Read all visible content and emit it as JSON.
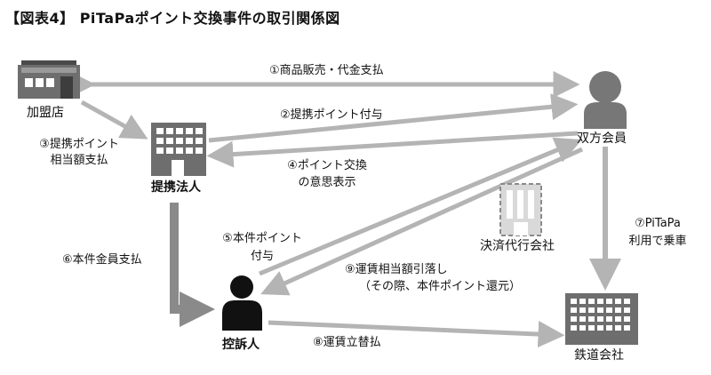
{
  "title": "【図表4】 PiTaPaポイント交換事件の取引関係図",
  "nodes": {
    "member_store": "加盟店",
    "partner_corp": "提携法人",
    "both_member": "双方会員",
    "settlement_agent": "決済代行会社",
    "appellant": "控訴人",
    "railway": "鉄道会社"
  },
  "flows": {
    "f1": "①商品販売・代金支払",
    "f2": "②提携ポイント付与",
    "f3_line1": "③提携ポイント",
    "f3_line2": "相当額支払",
    "f4_line1": "④ポイント交換",
    "f4_line2": "の意思表示",
    "f5_line1": "⑤本件ポイント",
    "f5_line2": "付与",
    "f6": "⑥本件金員支払",
    "f7_line1": "⑦PiTaPa",
    "f7_line2": "利用で乗車",
    "f8": "⑧運賃立替払",
    "f9_line1": "⑨運賃相当額引落し",
    "f9_line2": "（その際、本件ポイント還元）"
  },
  "colors": {
    "arrow": "#b4b4b4",
    "arrow_dark": "#8a8a8a",
    "building": "#6e6e6e",
    "person": "#777777",
    "person_dark": "#111111"
  }
}
